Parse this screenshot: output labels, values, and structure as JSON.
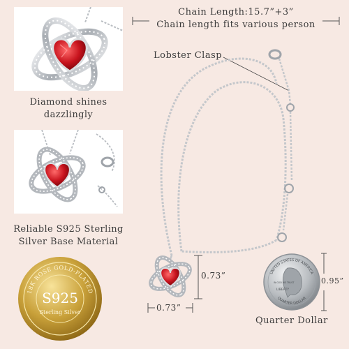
{
  "chain": {
    "length_text": "Chain Length:15.7”+3”",
    "fit_text": "Chain length fits various person"
  },
  "clasp_label": "Lobster Clasp",
  "features": [
    {
      "caption_line1": "Diamond shines",
      "caption_line2": "dazzlingly"
    },
    {
      "caption_line1": "Reliable S925 Sterling",
      "caption_line2": "Silver Base Material"
    }
  ],
  "badge": {
    "arc_text": "18K ROSE GOLD-PLATED",
    "main_text": "S925",
    "sub_text": "Sterling Silver"
  },
  "dimensions": {
    "pendant_height": "0.73”",
    "pendant_width": "0.73”",
    "coin_height": "0.95”"
  },
  "coin": {
    "label": "Quarter Dollar",
    "rim_text": "UNITED STATES OF AMERICA",
    "liberty": "LIBERTY",
    "motto": "IN GOD WE TRUST",
    "denomination": "QUARTER DOLLAR"
  },
  "colors": {
    "background": "#f7e9e3",
    "gem": "#c8141e",
    "silver": "#b9bdc2",
    "gold": "#c9a13a"
  }
}
